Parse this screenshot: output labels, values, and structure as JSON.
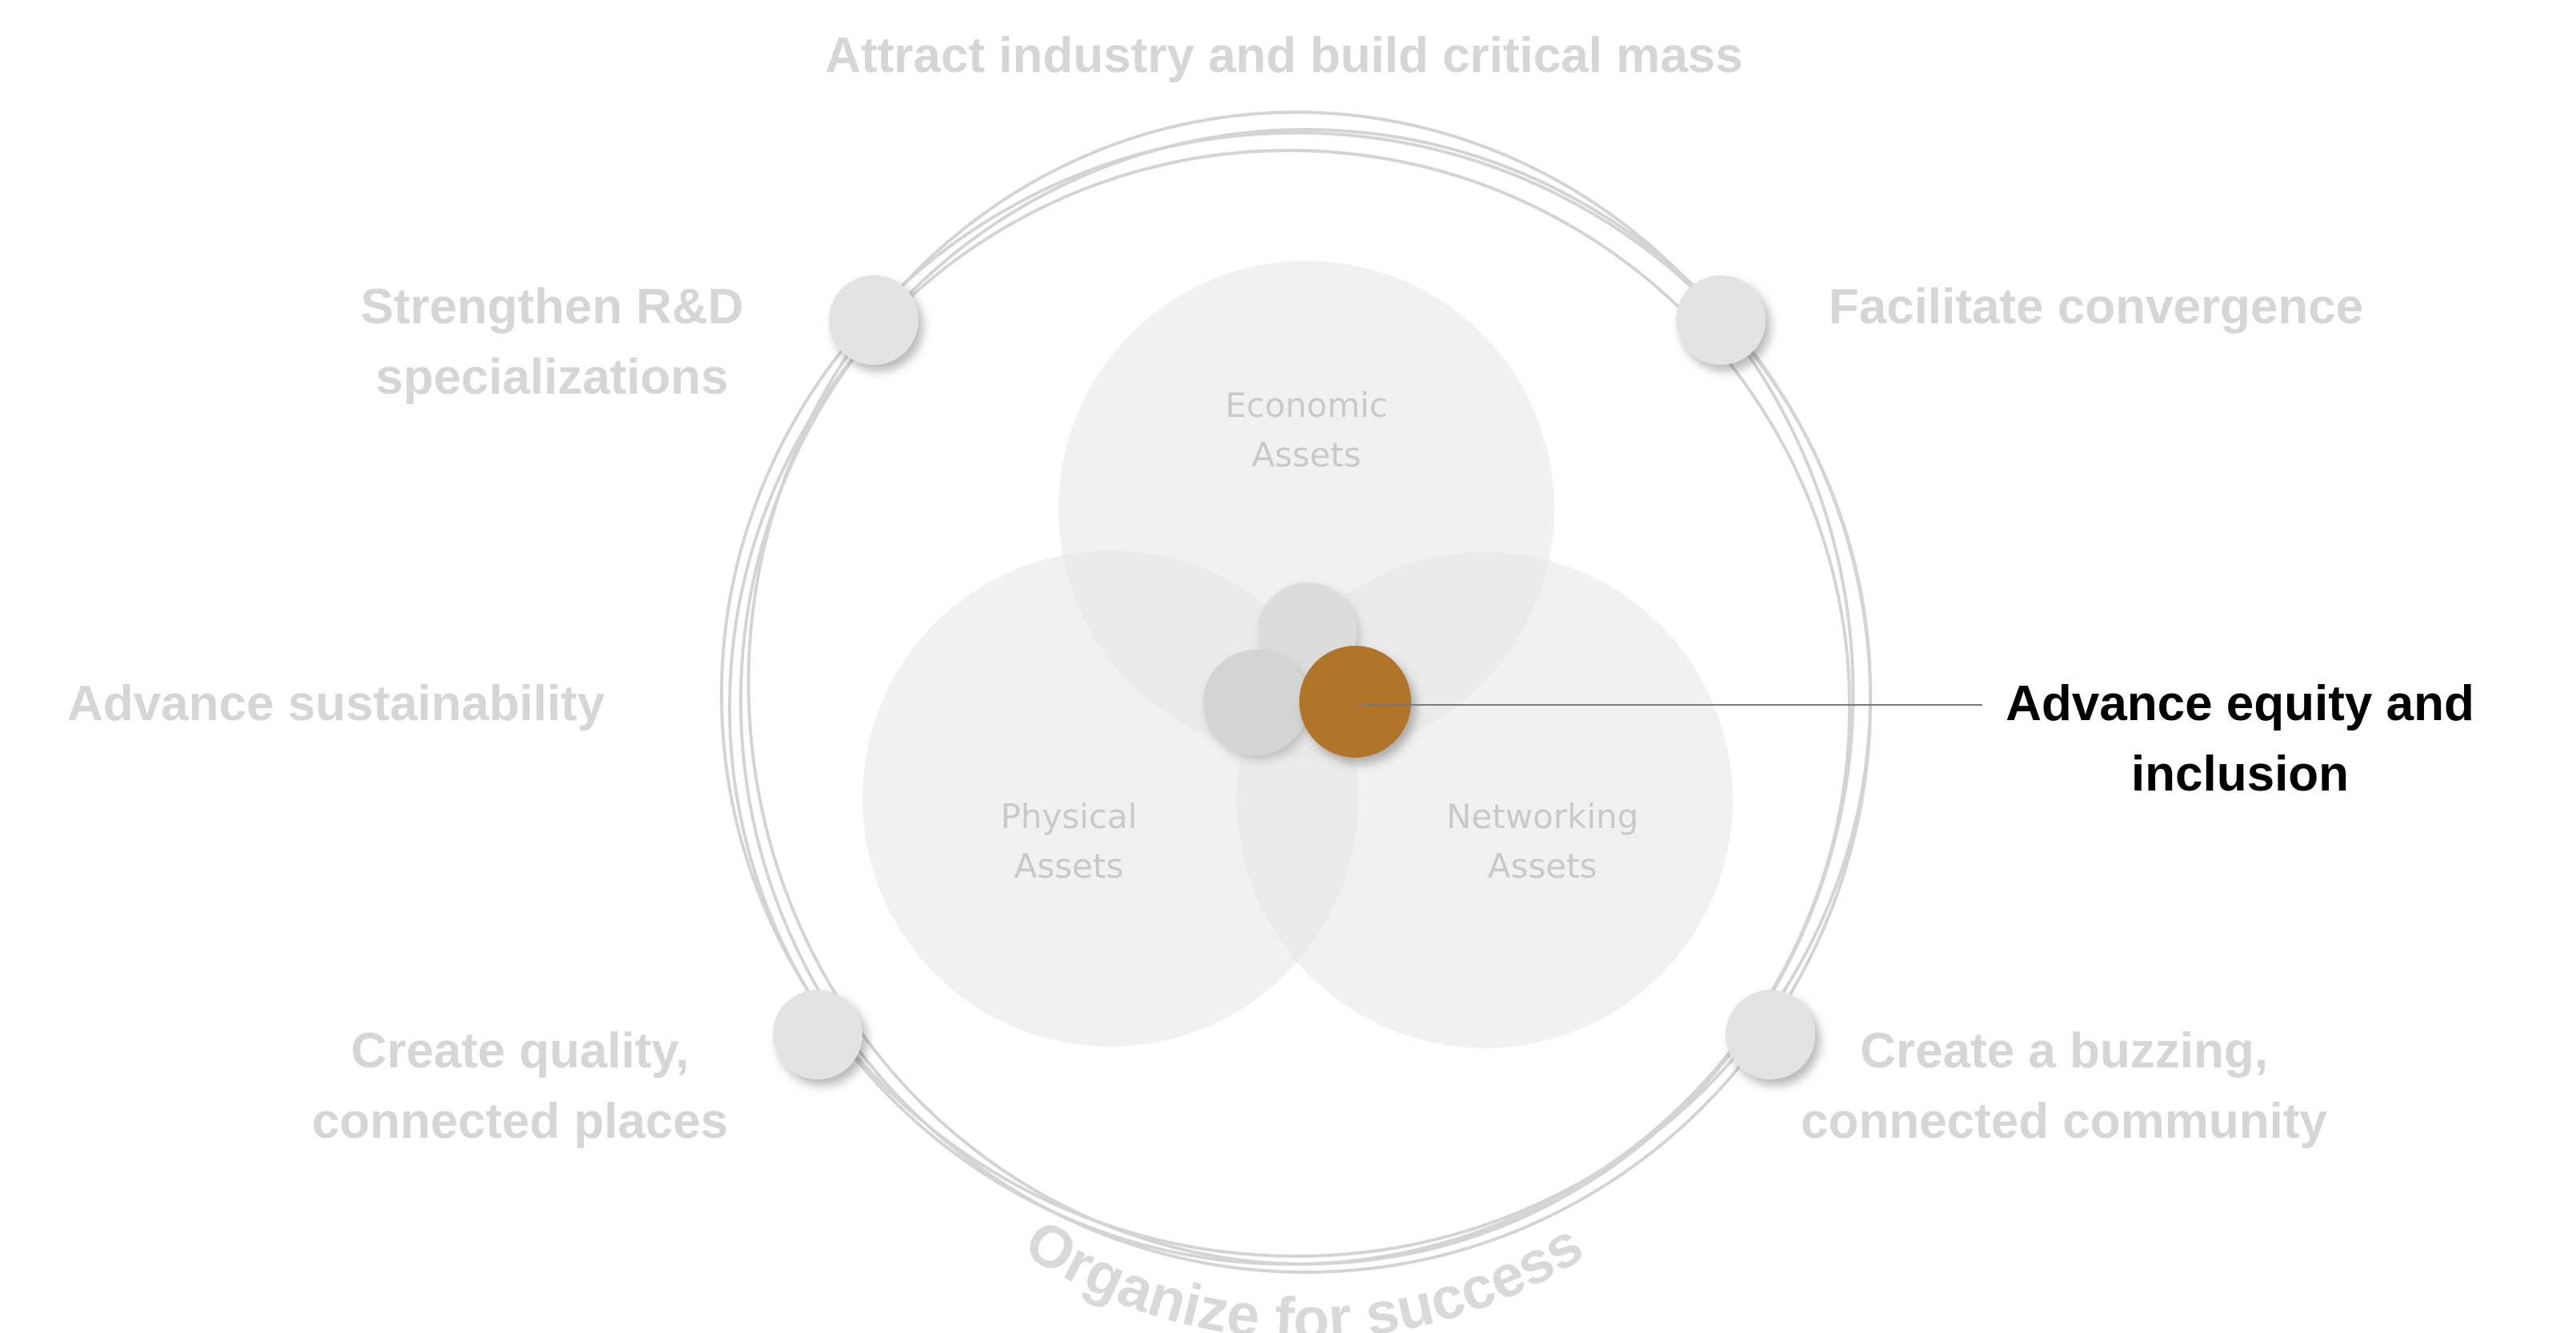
{
  "diagram": {
    "top_goal": "Attract industry and build critical mass",
    "goals": {
      "rd": [
        "Strengthen R&D",
        "specializations"
      ],
      "convergence": "Facilitate convergence",
      "sustainability": "Advance sustainability",
      "equity": [
        "Advance equity and",
        "inclusion"
      ],
      "places": [
        "Create quality,",
        "connected places"
      ],
      "community": [
        "Create a buzzing,",
        "connected community"
      ]
    },
    "arc_label": "Organize for success",
    "assets": {
      "economic": [
        "Economic",
        "Assets"
      ],
      "physical": [
        "Physical",
        "Assets"
      ],
      "networking": [
        "Networking",
        "Assets"
      ]
    },
    "highlighted_goal": "Advance equity and inclusion",
    "colors": {
      "highlight": "#b0742a",
      "inactive_text": "#d6d6d6",
      "active_text": "#000000",
      "ring": "#d4d4d4",
      "asset_fill": "#ececec"
    }
  }
}
